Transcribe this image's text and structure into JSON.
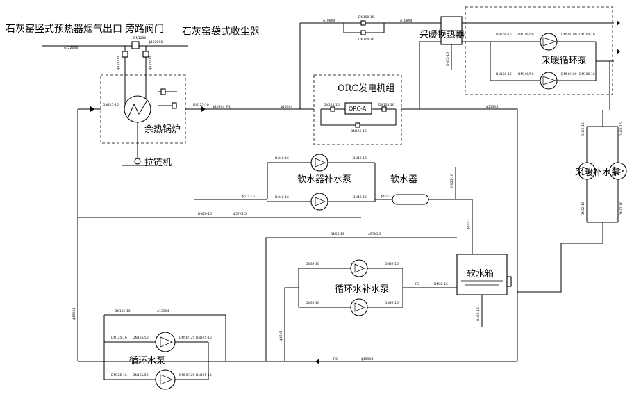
{
  "labels": {
    "kiln_preheater_outlet": "石灰窑竖式预热器烟气出口",
    "bypass_valve": "旁路阀门",
    "bag_filter": "石灰窑袋式收尘器",
    "waste_heat_boiler": "余热锅炉",
    "chain_conveyor": "拉链机",
    "orc_unit": "ORC发电机组",
    "orc_a": "ORC-A",
    "heating_exchanger": "采暖换热器",
    "heating_circ_pump": "采暖循环泵",
    "heating_makeup_pump": "采暖补水泵",
    "softener_makeup_pump": "软水器补水泵",
    "water_softener": "软水器",
    "soft_water_tank": "软水箱",
    "circ_makeup_pump": "循环水补水泵",
    "circ_pump": "循环水泵"
  },
  "pipe_tags": {
    "dn1200": "DN1200",
    "dn125_16": "DN125-16",
    "dn100_16": "DN100-16",
    "dn100_50": "DN100/50",
    "dn50_100": "DN50/100",
    "dn40_16": "DN40-16",
    "dn32_16": "DN32-16",
    "dn50_16": "DN50-16",
    "dn25_16": "DN25-16",
    "dn125_50": "DN125/50",
    "dn50_125": "DN50/125",
    "r1": "R1",
    "r2": "R2",
    "phi159": "ϕ159X4",
    "phi108": "ϕ108X4",
    "phi57": "ϕ57X3.5",
    "phi45": "ϕ45X3",
    "phi1220": "ϕ1220X6",
    "phi133": "ϕ133X4"
  }
}
